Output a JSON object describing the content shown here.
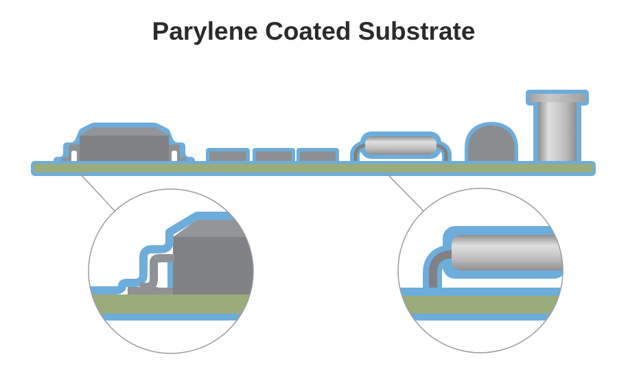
{
  "title": "Parylene Coated Substrate",
  "figure": {
    "type": "technical-illustration",
    "subject": "cross-section of a circuit board whose substrate and components are conformally coated",
    "callouts": [
      "magnified view of IC gull-wing lead coating",
      "magnified view of axial component lead coating"
    ]
  },
  "colors": {
    "background": "#FFFFFF",
    "title": "#2B2B2B",
    "coating": "#6DADDB",
    "substrate": "#9AAB7C",
    "component_body": "#808285",
    "component_top": "#939598",
    "smd": "#8D9093",
    "dome": "#8A8D90",
    "lead": "#8F9194",
    "lead_dark": "#7F8184",
    "metal_edge": "#8E8E8E",
    "metal_light": "#DFDFDF",
    "metal_mid": "#BDBDBD",
    "flange_edge": "#A0A0A0",
    "flange_light": "#C9C9C9",
    "outline": "#9B9B9B"
  }
}
